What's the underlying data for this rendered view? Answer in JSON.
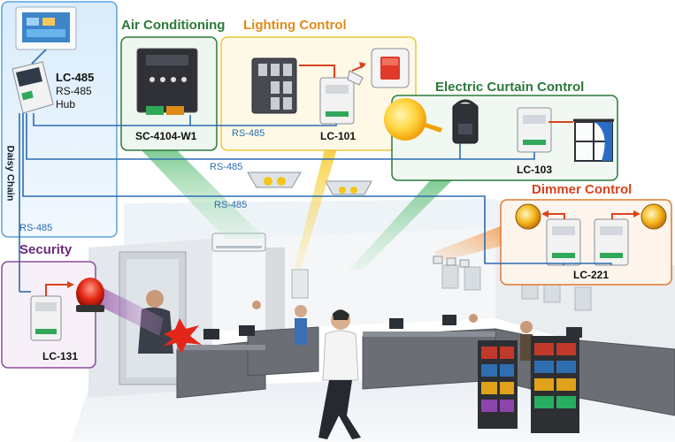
{
  "hub": {
    "device": "LC-485",
    "line1": "RS-485",
    "line2": "Hub",
    "daisy_chain": "Daisy Chain"
  },
  "sections": {
    "air_conditioning": {
      "title": "Air Conditioning",
      "device": "SC-4104-W1"
    },
    "lighting": {
      "title": "Lighting Control",
      "device": "LC-101"
    },
    "curtain": {
      "title": "Electric Curtain Control",
      "device": "LC-103"
    },
    "dimmer": {
      "title": "Dimmer Control",
      "device": "LC-221"
    },
    "security": {
      "title": "Security",
      "device": "LC-131"
    }
  },
  "bus_labels": {
    "rs485_a": "RS-485",
    "rs485_b": "RS-485",
    "rs485_c": "RS-485",
    "rs485_d": "RS-485"
  },
  "colors": {
    "air_title": "#2a7a3a",
    "lighting_title": "#e08a1a",
    "curtain_title": "#2a7a3a",
    "dimmer_title": "#d8431e",
    "security_title": "#6a2a7a",
    "bus_line": "#2b6cb0"
  }
}
